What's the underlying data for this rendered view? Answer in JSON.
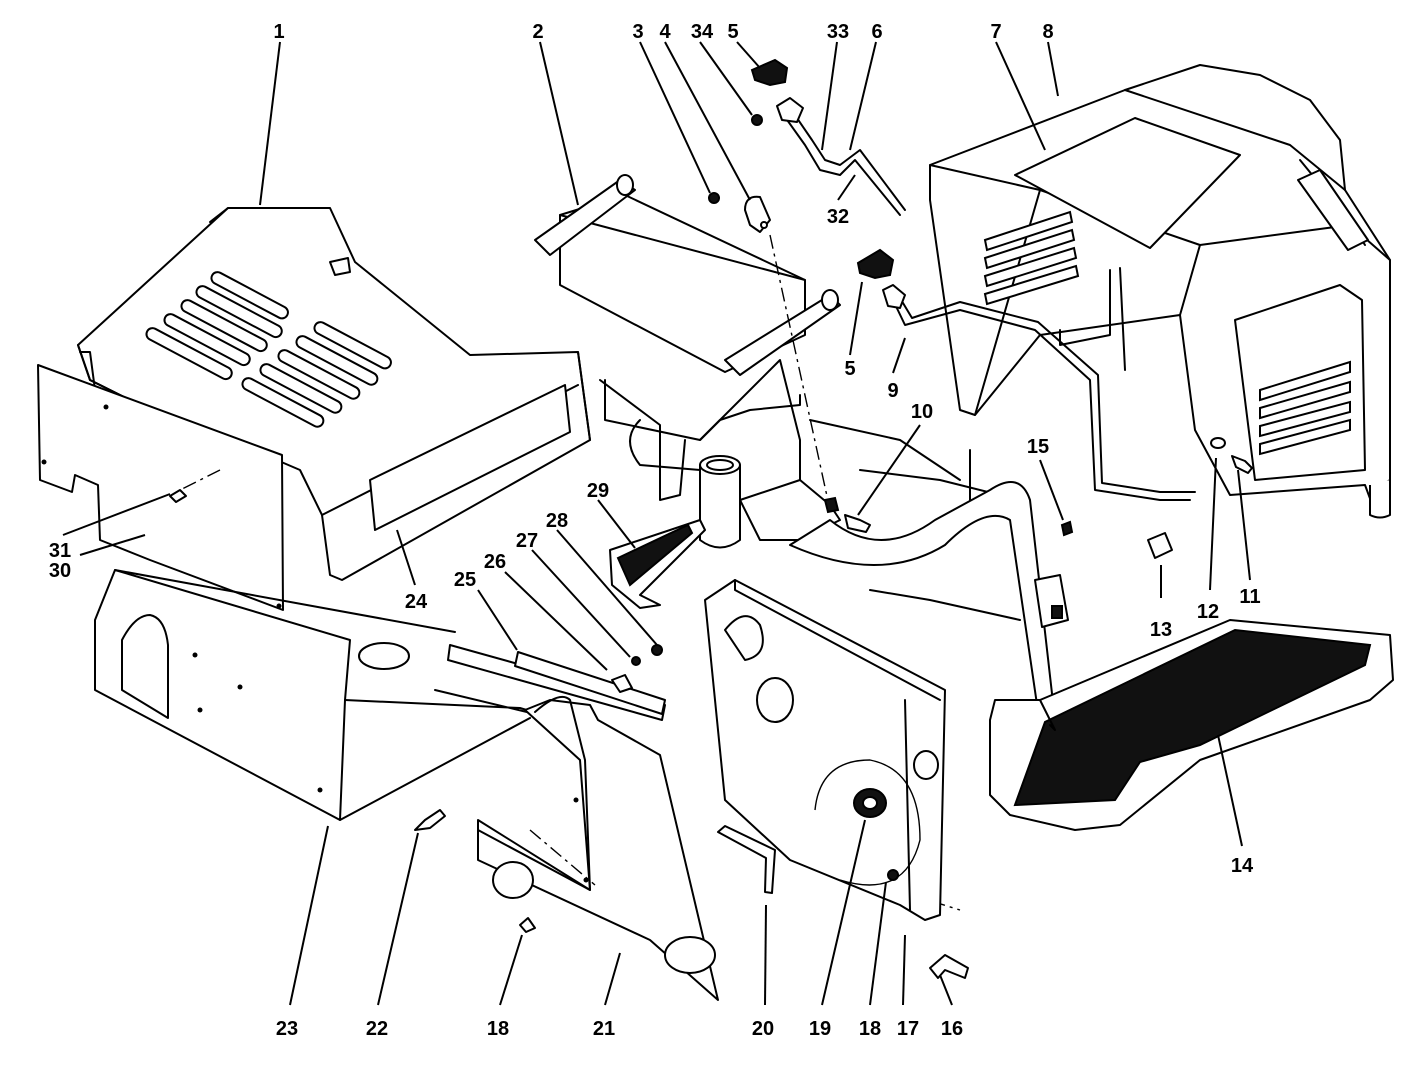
{
  "callouts": [
    {
      "id": "c1",
      "label": "1"
    },
    {
      "id": "c2",
      "label": "2"
    },
    {
      "id": "c3",
      "label": "3"
    },
    {
      "id": "c4",
      "label": "4"
    },
    {
      "id": "c34",
      "label": "34"
    },
    {
      "id": "c5a",
      "label": "5"
    },
    {
      "id": "c33",
      "label": "33"
    },
    {
      "id": "c6",
      "label": "6"
    },
    {
      "id": "c7",
      "label": "7"
    },
    {
      "id": "c8",
      "label": "8"
    },
    {
      "id": "c32",
      "label": "32"
    },
    {
      "id": "c5b",
      "label": "5"
    },
    {
      "id": "c9",
      "label": "9"
    },
    {
      "id": "c10",
      "label": "10"
    },
    {
      "id": "c15",
      "label": "15"
    },
    {
      "id": "c29",
      "label": "29"
    },
    {
      "id": "c28",
      "label": "28"
    },
    {
      "id": "c27",
      "label": "27"
    },
    {
      "id": "c26",
      "label": "26"
    },
    {
      "id": "c25",
      "label": "25"
    },
    {
      "id": "c31",
      "label": "31"
    },
    {
      "id": "c30",
      "label": "30"
    },
    {
      "id": "c24",
      "label": "24"
    },
    {
      "id": "c13",
      "label": "13"
    },
    {
      "id": "c12",
      "label": "12"
    },
    {
      "id": "c11",
      "label": "11"
    },
    {
      "id": "c14",
      "label": "14"
    },
    {
      "id": "c23",
      "label": "23"
    },
    {
      "id": "c22",
      "label": "22"
    },
    {
      "id": "c18a",
      "label": "18"
    },
    {
      "id": "c21",
      "label": "21"
    },
    {
      "id": "c20",
      "label": "20"
    },
    {
      "id": "c19",
      "label": "19"
    },
    {
      "id": "c18b",
      "label": "18"
    },
    {
      "id": "c17",
      "label": "17"
    },
    {
      "id": "c16",
      "label": "16"
    }
  ]
}
